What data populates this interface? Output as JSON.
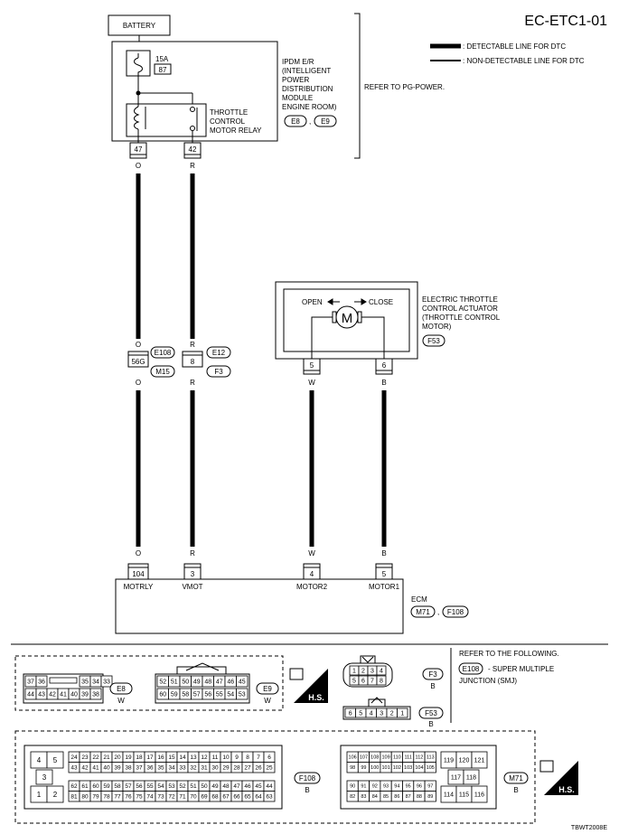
{
  "page_code": "EC-ETC1-01",
  "legend": {
    "detectable": ": DETECTABLE LINE FOR DTC",
    "non_detectable": ": NON-DETECTABLE LINE FOR DTC"
  },
  "battery": "BATTERY",
  "fuse": {
    "amp": "15A",
    "num": "87"
  },
  "ipdm": {
    "lines": [
      "IPDM E/R",
      "(INTELLIGENT",
      "POWER",
      "DISTRIBUTION",
      "MODULE",
      "ENGINE ROOM)"
    ],
    "conn1": "E8",
    "sep": ",",
    "conn2": "E9"
  },
  "refer_pg": "REFER TO PG-POWER.",
  "relay": {
    "lines": [
      "THROTTLE",
      "CONTROL",
      "MOTOR RELAY"
    ]
  },
  "ipdm_pins": {
    "p1": "47",
    "p2": "42"
  },
  "wire_colors": {
    "o": "O",
    "r": "R",
    "w": "W",
    "b": "B"
  },
  "junction": {
    "pin1": "56G",
    "conn_top1": "E108",
    "conn_bot1": "M15",
    "pin2": "8",
    "conn_top2": "E12",
    "conn_bot2": "F3"
  },
  "actuator": {
    "open": "OPEN",
    "close": "CLOSE",
    "motor": "M",
    "lines": [
      "ELECTRIC THROTTLE",
      "CONTROL ACTUATOR",
      "(THROTTLE CONTROL",
      "MOTOR)"
    ],
    "conn": "F53",
    "pin1": "5",
    "pin2": "6"
  },
  "ecm": {
    "pins": [
      "104",
      "3",
      "4",
      "5"
    ],
    "labels": [
      "MOTRLY",
      "VMOT",
      "MOTOR2",
      "MOTOR1"
    ],
    "name": "ECM",
    "conn1": "M71",
    "sep": ",",
    "conn2": "F108"
  },
  "refer_following": {
    "title": "REFER TO THE FOLLOWING.",
    "conn": "E108",
    "line1": "- SUPER MULTIPLE",
    "line2": "JUNCTION (SMJ)"
  },
  "connectors": {
    "e8": {
      "row1": [
        "37",
        "36",
        "",
        "35",
        "34",
        "33"
      ],
      "row2": [
        "44",
        "43",
        "42",
        "41",
        "40",
        "39",
        "38"
      ],
      "id": "E8",
      "color": "W"
    },
    "e9": {
      "row1": [
        "52",
        "51",
        "50",
        "49",
        "48",
        "47",
        "46",
        "45"
      ],
      "row2": [
        "60",
        "59",
        "58",
        "57",
        "56",
        "55",
        "54",
        "53"
      ],
      "id": "E9",
      "color": "W"
    },
    "f3": {
      "row1": [
        "1",
        "2",
        "3",
        "4"
      ],
      "row2": [
        "5",
        "6",
        "7",
        "8"
      ],
      "id": "F3",
      "color": "B"
    },
    "f53": {
      "row1": [
        "6",
        "5",
        "4",
        "3",
        "2",
        "1"
      ],
      "id": "F53",
      "color": "B"
    },
    "f108": {
      "left": [
        "4",
        "5",
        "3",
        "1",
        "2"
      ],
      "row1": [
        "24",
        "23",
        "22",
        "21",
        "20",
        "19",
        "18",
        "17",
        "16",
        "15",
        "14",
        "13",
        "12",
        "11",
        "10",
        "9",
        "8",
        "7",
        "6"
      ],
      "row2": [
        "43",
        "42",
        "41",
        "40",
        "39",
        "38",
        "37",
        "36",
        "35",
        "34",
        "33",
        "32",
        "31",
        "30",
        "29",
        "28",
        "27",
        "26",
        "25"
      ],
      "row3": [
        "62",
        "61",
        "60",
        "59",
        "58",
        "57",
        "56",
        "55",
        "54",
        "53",
        "52",
        "51",
        "50",
        "49",
        "48",
        "47",
        "46",
        "45",
        "44"
      ],
      "row4": [
        "81",
        "80",
        "79",
        "78",
        "77",
        "76",
        "75",
        "74",
        "73",
        "72",
        "71",
        "70",
        "69",
        "68",
        "67",
        "66",
        "65",
        "64",
        "63"
      ],
      "id": "F108",
      "color": "B"
    },
    "m71": {
      "row1": [
        "106",
        "107",
        "108",
        "109",
        "110",
        "111",
        "112",
        "113"
      ],
      "row2": [
        "98",
        "99",
        "100",
        "101",
        "102",
        "103",
        "104",
        "105"
      ],
      "row3": [
        "90",
        "91",
        "92",
        "93",
        "94",
        "95",
        "96",
        "97"
      ],
      "row4": [
        "82",
        "83",
        "84",
        "85",
        "86",
        "87",
        "88",
        "89"
      ],
      "right": [
        "119",
        "120",
        "121",
        "117",
        "118",
        "114",
        "115",
        "116"
      ],
      "id": "M71",
      "color": "B"
    }
  },
  "hs_label": "H.S.",
  "figure_id": "TBWT2008E"
}
